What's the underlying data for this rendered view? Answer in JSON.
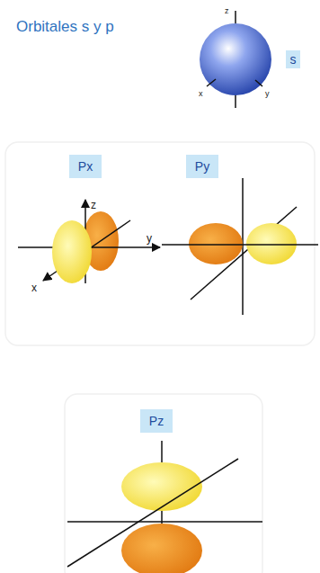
{
  "diagram": {
    "title": "Orbitales s y p",
    "nodes": [
      {
        "text": [
          "s"
        ]
      },
      {
        "text": [
          "Px"
        ]
      },
      {
        "text": [
          "Py"
        ]
      },
      {
        "text": [
          "Pz"
        ]
      }
    ],
    "labels": [
      "z",
      "x",
      "y",
      "z",
      "y",
      "x"
    ]
  }
}
